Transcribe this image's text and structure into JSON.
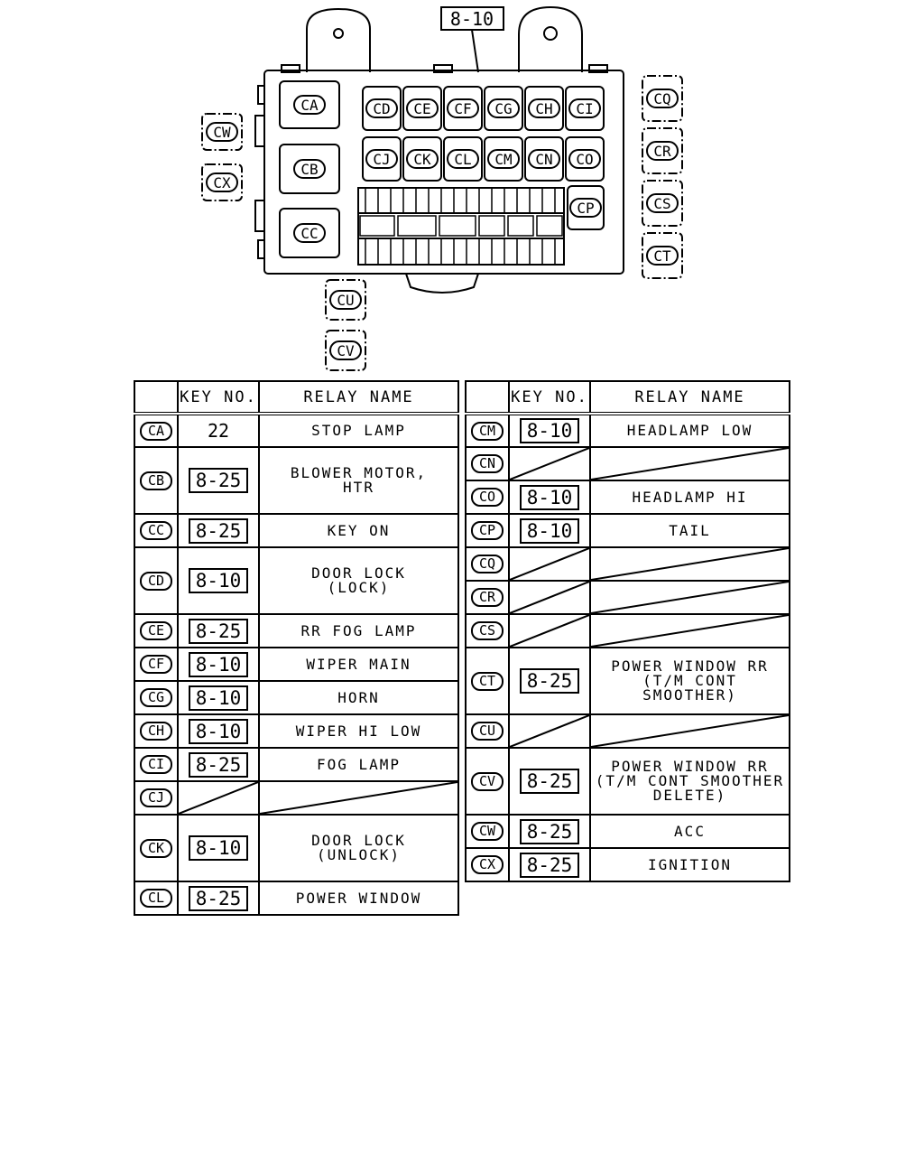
{
  "diagram": {
    "callout": "8-10",
    "relays": [
      {
        "code": "CA"
      },
      {
        "code": "CB"
      },
      {
        "code": "CC"
      },
      {
        "code": "CD"
      },
      {
        "code": "CE"
      },
      {
        "code": "CF"
      },
      {
        "code": "CG"
      },
      {
        "code": "CH"
      },
      {
        "code": "CI"
      },
      {
        "code": "CJ"
      },
      {
        "code": "CK"
      },
      {
        "code": "CL"
      },
      {
        "code": "CM"
      },
      {
        "code": "CN"
      },
      {
        "code": "CO"
      },
      {
        "code": "CP"
      },
      {
        "code": "CQ"
      },
      {
        "code": "CR"
      },
      {
        "code": "CS"
      },
      {
        "code": "CT"
      },
      {
        "code": "CU"
      },
      {
        "code": "CV"
      },
      {
        "code": "CW"
      },
      {
        "code": "CX"
      }
    ]
  },
  "table_headers": {
    "key_no": "KEY NO.",
    "relay_name": "RELAY NAME"
  },
  "left_table": [
    {
      "code": "CA",
      "key": "22",
      "key_boxed": false,
      "name": "STOP LAMP",
      "tall": false
    },
    {
      "code": "CB",
      "key": "8-25",
      "key_boxed": true,
      "name": "BLOWER MOTOR,\nHTR",
      "tall": true
    },
    {
      "code": "CC",
      "key": "8-25",
      "key_boxed": true,
      "name": "KEY ON",
      "tall": false
    },
    {
      "code": "CD",
      "key": "8-10",
      "key_boxed": true,
      "name": "DOOR LOCK\n(LOCK)",
      "tall": true
    },
    {
      "code": "CE",
      "key": "8-25",
      "key_boxed": true,
      "name": "RR FOG LAMP",
      "tall": false
    },
    {
      "code": "CF",
      "key": "8-10",
      "key_boxed": true,
      "name": "WIPER MAIN",
      "tall": false
    },
    {
      "code": "CG",
      "key": "8-10",
      "key_boxed": true,
      "name": "HORN",
      "tall": false
    },
    {
      "code": "CH",
      "key": "8-10",
      "key_boxed": true,
      "name": "WIPER HI LOW",
      "tall": false
    },
    {
      "code": "CI",
      "key": "8-25",
      "key_boxed": true,
      "name": "FOG LAMP",
      "tall": false
    },
    {
      "code": "CJ",
      "key": "",
      "key_boxed": false,
      "name": "",
      "tall": false
    },
    {
      "code": "CK",
      "key": "8-10",
      "key_boxed": true,
      "name": "DOOR LOCK\n(UNLOCK)",
      "tall": true
    },
    {
      "code": "CL",
      "key": "8-25",
      "key_boxed": true,
      "name": "POWER WINDOW",
      "tall": false
    }
  ],
  "right_table": [
    {
      "code": "CM",
      "key": "8-10",
      "key_boxed": true,
      "name": "HEADLAMP LOW",
      "tall": false
    },
    {
      "code": "CN",
      "key": "",
      "key_boxed": false,
      "name": "",
      "tall": false
    },
    {
      "code": "CO",
      "key": "8-10",
      "key_boxed": true,
      "name": "HEADLAMP HI",
      "tall": false
    },
    {
      "code": "CP",
      "key": "8-10",
      "key_boxed": true,
      "name": "TAIL",
      "tall": false
    },
    {
      "code": "CQ",
      "key": "",
      "key_boxed": false,
      "name": "",
      "tall": false
    },
    {
      "code": "CR",
      "key": "",
      "key_boxed": false,
      "name": "",
      "tall": false
    },
    {
      "code": "CS",
      "key": "",
      "key_boxed": false,
      "name": "",
      "tall": false
    },
    {
      "code": "CT",
      "key": "8-25",
      "key_boxed": true,
      "name": "POWER WINDOW RR\n(T/M CONT SMOOTHER)",
      "tall": true
    },
    {
      "code": "CU",
      "key": "",
      "key_boxed": false,
      "name": "",
      "tall": false
    },
    {
      "code": "CV",
      "key": "8-25",
      "key_boxed": true,
      "name": "POWER WINDOW RR\n(T/M CONT SMOOTHER\nDELETE)",
      "tall": true
    },
    {
      "code": "CW",
      "key": "8-25",
      "key_boxed": true,
      "name": "ACC",
      "tall": false
    },
    {
      "code": "CX",
      "key": "8-25",
      "key_boxed": true,
      "name": "IGNITION",
      "tall": false
    }
  ]
}
